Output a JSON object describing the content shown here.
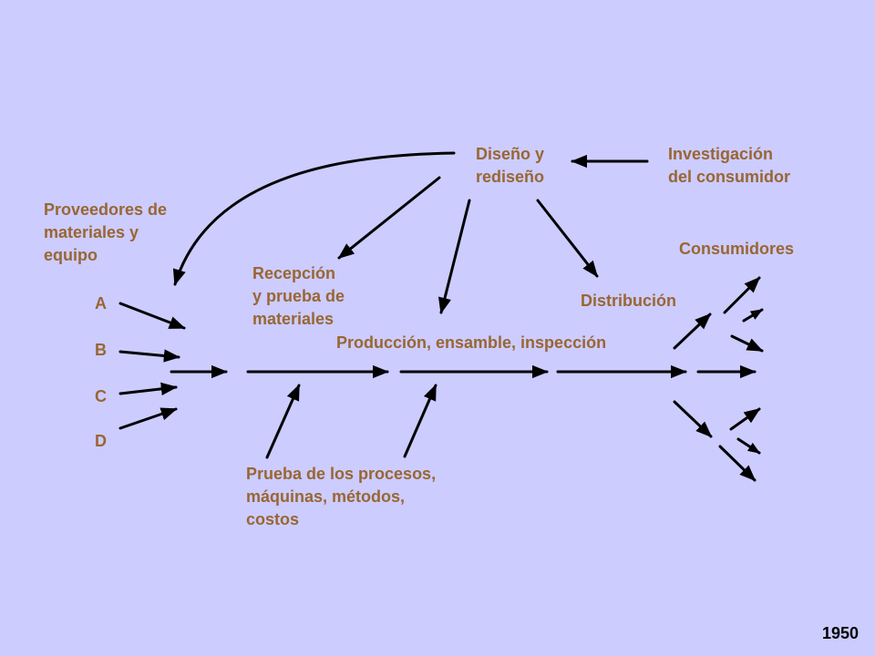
{
  "labels": {
    "design": "Diseño y\nrediseño",
    "consumer_research": "Investigación\ndel consumidor",
    "suppliers": "Proveedores de\nmateriales y\nequipo",
    "consumers": "Consumidores",
    "reception": "Recepción\ny prueba de\nmateriales",
    "distribution": "Distribución",
    "production": "Producción, ensamble, inspección",
    "process_testing": "Prueba de los procesos,\nmáquinas, métodos,\ncostos"
  },
  "suppliers_list": [
    "A",
    "B",
    "C",
    "D"
  ],
  "year": "1950",
  "colors": {
    "background": "#ccccff",
    "label": "#996633",
    "arrow": "#000000"
  }
}
